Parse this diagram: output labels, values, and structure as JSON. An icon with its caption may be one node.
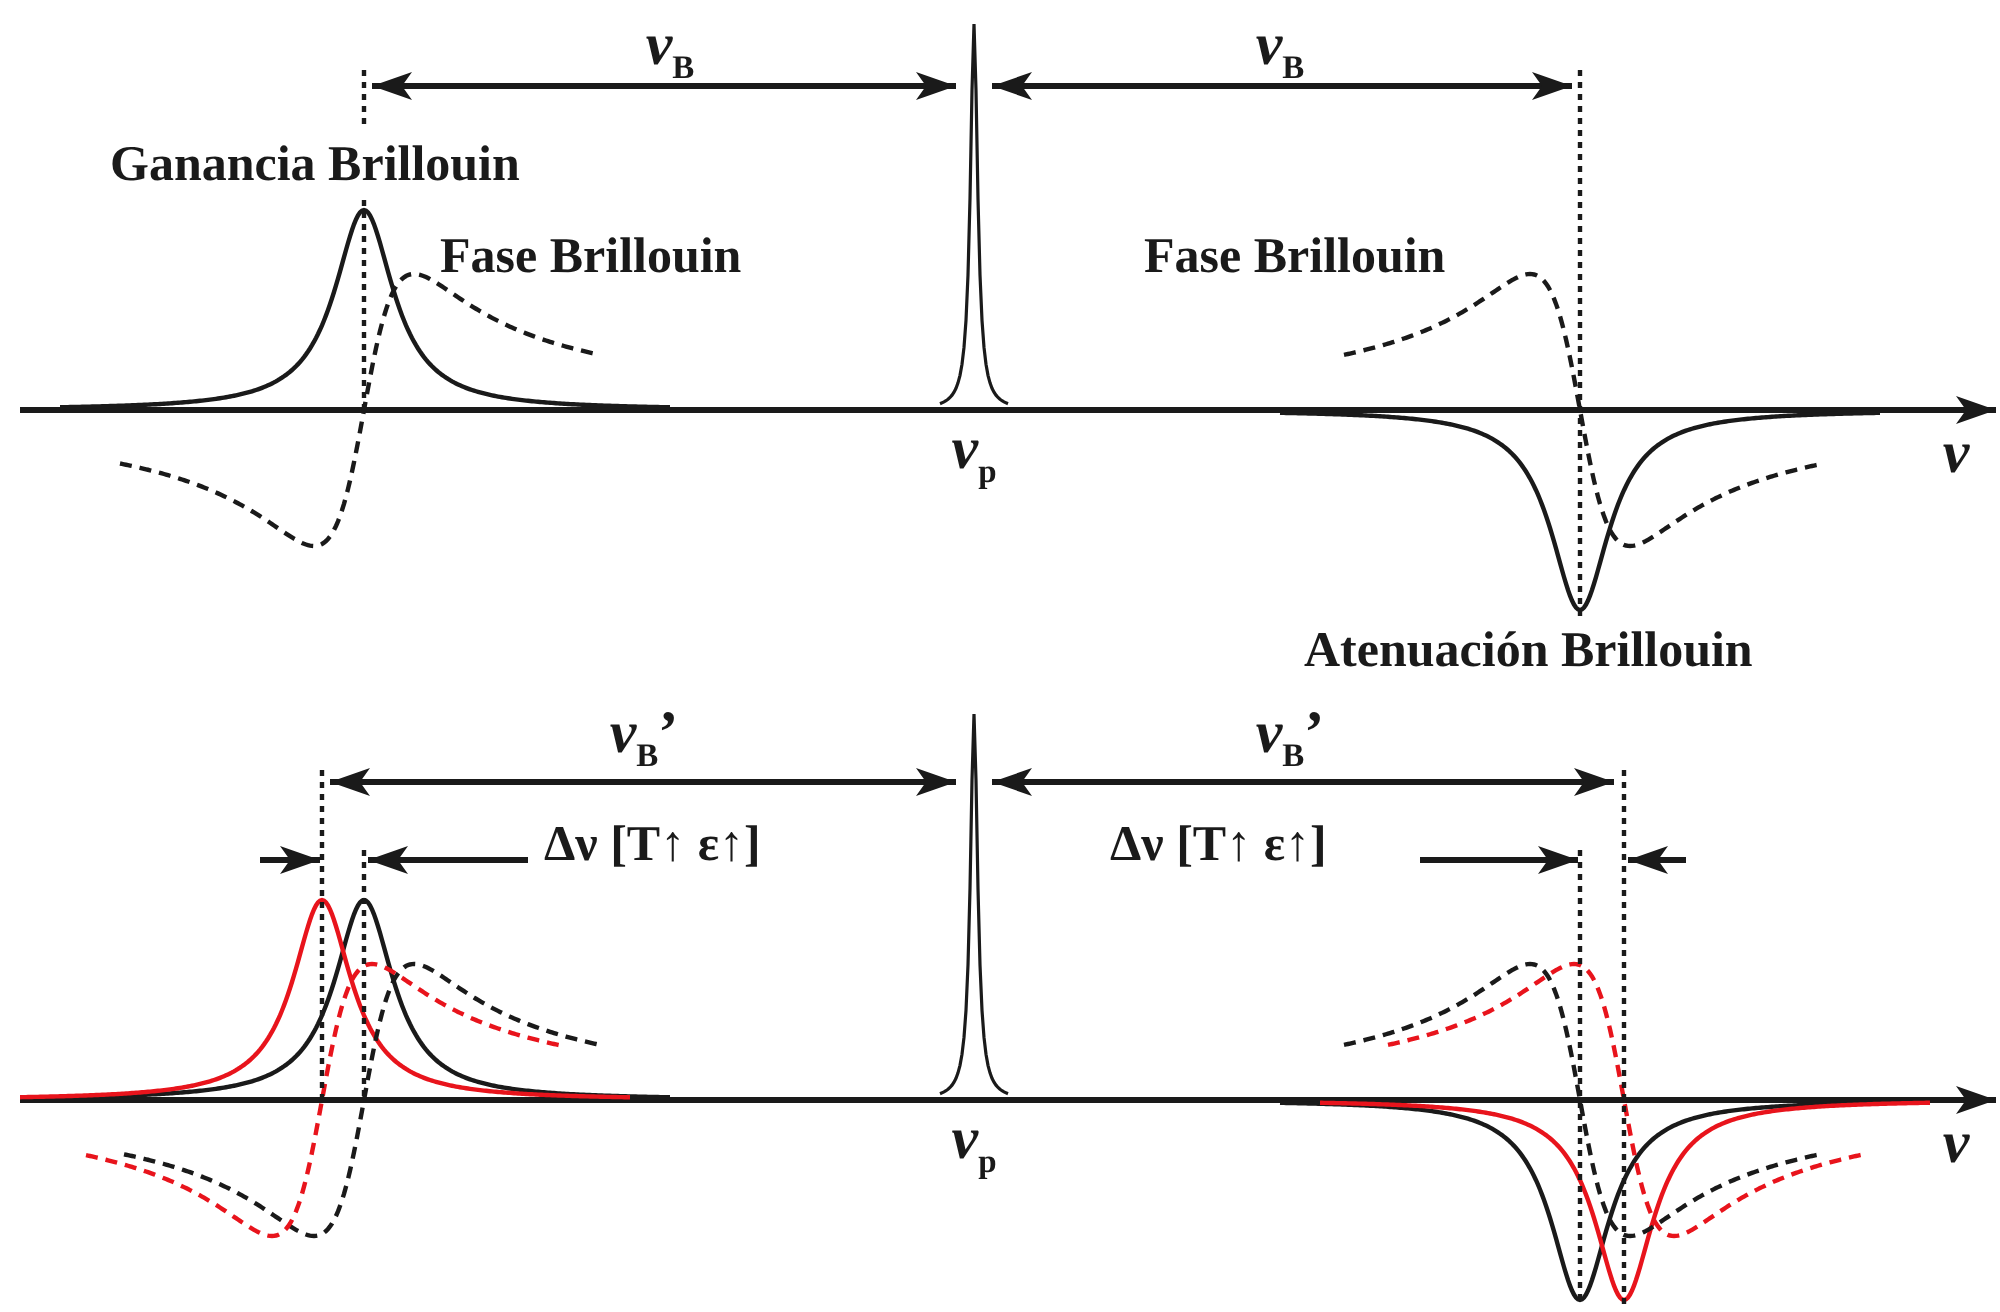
{
  "diagram": {
    "labels": [
      "*ν*$_{B}$",
      "*ν*$_{B}$",
      "Ganancia Brillouin",
      "Fase Brillouin",
      "Fase Brillouin",
      "*ν*$_{p}$",
      "*ν*",
      "Atenuación Brillouin",
      "*ν*$_{B}$’",
      "*ν*$_{B}$’",
      "Δν [T↑ ε↑]",
      "Δν [T↑ ε↑]",
      "*ν*$_{p}$",
      "*ν*"
    ]
  }
}
